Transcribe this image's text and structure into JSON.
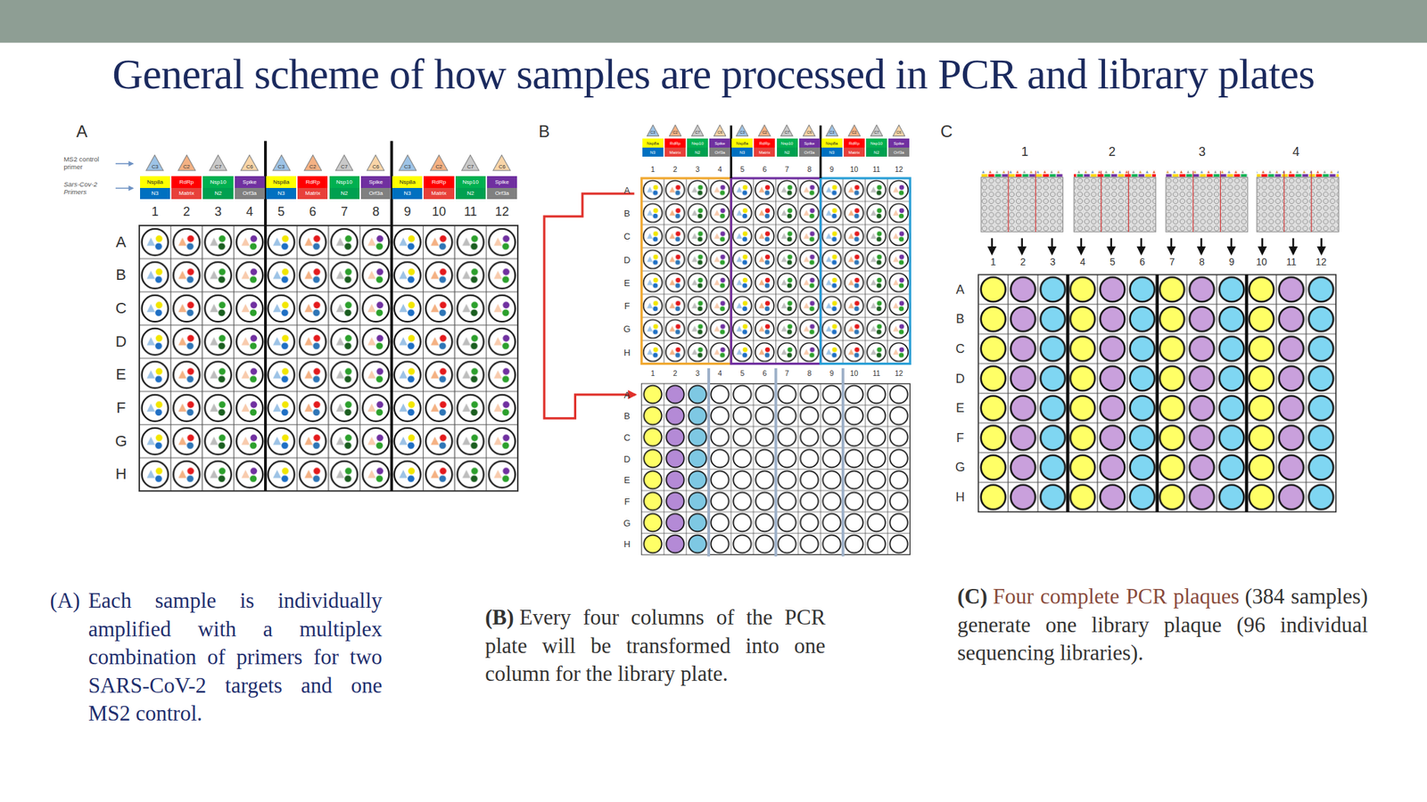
{
  "diagram": {
    "title": "General scheme of how samples are processed in PCR and library plates",
    "nodes": [
      {
        "text": [
          "C3"
        ]
      },
      {
        "text": [
          "C2"
        ]
      },
      {
        "text": [
          "C7"
        ]
      },
      {
        "text": [
          "C6"
        ]
      },
      {
        "text": [
          "C3"
        ]
      },
      {
        "text": [
          "C2"
        ]
      },
      {
        "text": [
          "C7"
        ]
      },
      {
        "text": [
          "C6"
        ]
      },
      {
        "text": [
          "C3"
        ]
      },
      {
        "text": [
          "C2"
        ]
      },
      {
        "text": [
          "C7"
        ]
      },
      {
        "text": [
          "C6"
        ]
      },
      {
        "text": [
          "Nsp8a"
        ]
      },
      {
        "text": [
          "RdRp"
        ]
      },
      {
        "text": [
          "Nsp10"
        ]
      },
      {
        "text": [
          "Spike"
        ]
      },
      {
        "text": [
          "Nsp8a"
        ]
      },
      {
        "text": [
          "RdRp"
        ]
      },
      {
        "text": [
          "Nsp10"
        ]
      },
      {
        "text": [
          "Spike"
        ]
      },
      {
        "text": [
          "Nsp8a"
        ]
      },
      {
        "text": [
          "RdRp"
        ]
      },
      {
        "text": [
          "Nsp10"
        ]
      },
      {
        "text": [
          "Spike"
        ]
      },
      {
        "text": [
          "N3"
        ]
      },
      {
        "text": [
          "Matrix"
        ]
      },
      {
        "text": [
          "N2"
        ]
      },
      {
        "text": [
          "Orf3a"
        ]
      },
      {
        "text": [
          "N3"
        ]
      },
      {
        "text": [
          "Matrix"
        ]
      },
      {
        "text": [
          "N2"
        ]
      },
      {
        "text": [
          "Orf3a"
        ]
      },
      {
        "text": [
          "N3"
        ]
      },
      {
        "text": [
          "Matrix"
        ]
      },
      {
        "text": [
          "N2"
        ]
      },
      {
        "text": [
          "Orf3a"
        ]
      },
      {
        "text": [
          "C3"
        ]
      },
      {
        "text": [
          "C2"
        ]
      },
      {
        "text": [
          "C7"
        ]
      },
      {
        "text": [
          "C6"
        ]
      },
      {
        "text": [
          "C3"
        ]
      },
      {
        "text": [
          "C2"
        ]
      },
      {
        "text": [
          "C7"
        ]
      },
      {
        "text": [
          "C6"
        ]
      },
      {
        "text": [
          "C3"
        ]
      },
      {
        "text": [
          "C2"
        ]
      },
      {
        "text": [
          "C7"
        ]
      },
      {
        "text": [
          "C6"
        ]
      },
      {
        "text": [
          "Nsp8a"
        ]
      },
      {
        "text": [
          "RdRp"
        ]
      },
      {
        "text": [
          "Nsp10"
        ]
      },
      {
        "text": [
          "Spike"
        ]
      },
      {
        "text": [
          "Nsp8a"
        ]
      },
      {
        "text": [
          "RdRp"
        ]
      },
      {
        "text": [
          "Nsp10"
        ]
      },
      {
        "text": [
          "Spike"
        ]
      },
      {
        "text": [
          "Nsp8a"
        ]
      },
      {
        "text": [
          "RdRp"
        ]
      },
      {
        "text": [
          "Nsp10"
        ]
      },
      {
        "text": [
          "Spike"
        ]
      },
      {
        "text": [
          "N3"
        ]
      },
      {
        "text": [
          "Matrix"
        ]
      },
      {
        "text": [
          "N2"
        ]
      },
      {
        "text": [
          "Orf3a"
        ]
      },
      {
        "text": [
          "N3"
        ]
      },
      {
        "text": [
          "Matrix"
        ]
      },
      {
        "text": [
          "N2"
        ]
      },
      {
        "text": [
          "Orf3a"
        ]
      },
      {
        "text": [
          "N3"
        ]
      },
      {
        "text": [
          "Matrix"
        ]
      },
      {
        "text": [
          "N2"
        ]
      },
      {
        "text": [
          "Orf3a"
        ]
      }
    ],
    "labels": [
      "A",
      "MS2 control primer",
      "Sars-Cov-2 Primers",
      "1",
      "2",
      "3",
      "4",
      "5",
      "6",
      "7",
      "8",
      "9",
      "10",
      "11",
      "12",
      "A",
      "B",
      "C",
      "D",
      "E",
      "F",
      "G",
      "H",
      "B",
      "1",
      "2",
      "3",
      "4",
      "5",
      "6",
      "7",
      "8",
      "9",
      "10",
      "11",
      "12",
      "A",
      "B",
      "C",
      "D",
      "E",
      "F",
      "G",
      "H",
      "1",
      "2",
      "3",
      "4",
      "5",
      "6",
      "7",
      "8",
      "9",
      "10",
      "11",
      "12",
      "A",
      "B",
      "C",
      "D",
      "E",
      "F",
      "G",
      "H",
      "C",
      "1",
      "2",
      "3",
      "4",
      "1",
      "2",
      "3",
      "4",
      "5",
      "6",
      "7",
      "8",
      "9",
      "10",
      "11",
      "12",
      "A",
      "B",
      "C",
      "D",
      "E",
      "F",
      "G",
      "H",
      "(A)",
      "Each sample is individually amplified with a multiplex combination of primers for two SARS-CoV-2 targets and one MS2 control.",
      "(B)",
      "Every four columns of the PCR plate will be transformed into one column for the library plate.",
      "(C)",
      "Four complete PCR plaques",
      "(384 samples) generate one library plaque (96 individual sequencing libraries)."
    ]
  }
}
